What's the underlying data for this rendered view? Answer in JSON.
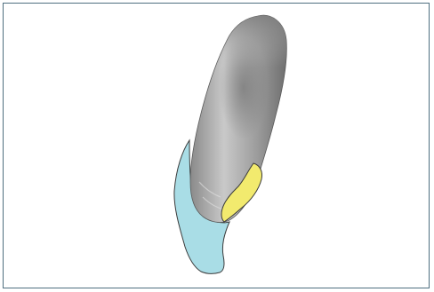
{
  "figure": {
    "frame_color": "#4f6f80",
    "background_color": "#ffffff",
    "parts": {
      "tooth": {
        "icon": "tooth-shape",
        "colors": {
          "light": "#c9c9c9",
          "mid": "#9b9b9b",
          "dark": "#6e6e6e"
        }
      },
      "blue_region": {
        "icon": "blue-region-shape",
        "color": "#a9dde6",
        "outline": "#3a3a3a"
      },
      "yellow_region": {
        "icon": "yellow-region-shape",
        "color": "#f2ea6e",
        "outline": "#3a3a3a"
      }
    }
  }
}
